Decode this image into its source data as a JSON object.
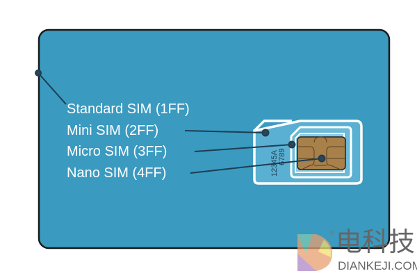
{
  "labels": {
    "standard": "Standard SIM (1FF)",
    "mini": "Mini SIM (2FF)",
    "micro": "Micro SIM (3FF)",
    "nano": "Nano SIM (4FF)"
  },
  "sim_number": {
    "line1": "12345A",
    "line2": "6789"
  },
  "watermark": {
    "cn": "电科技",
    "en": "DIANKEJI.COM",
    "reg": "®"
  },
  "colors": {
    "card": "#3a9ac0",
    "chip": "#a8804a",
    "outline": "#ffffff"
  }
}
